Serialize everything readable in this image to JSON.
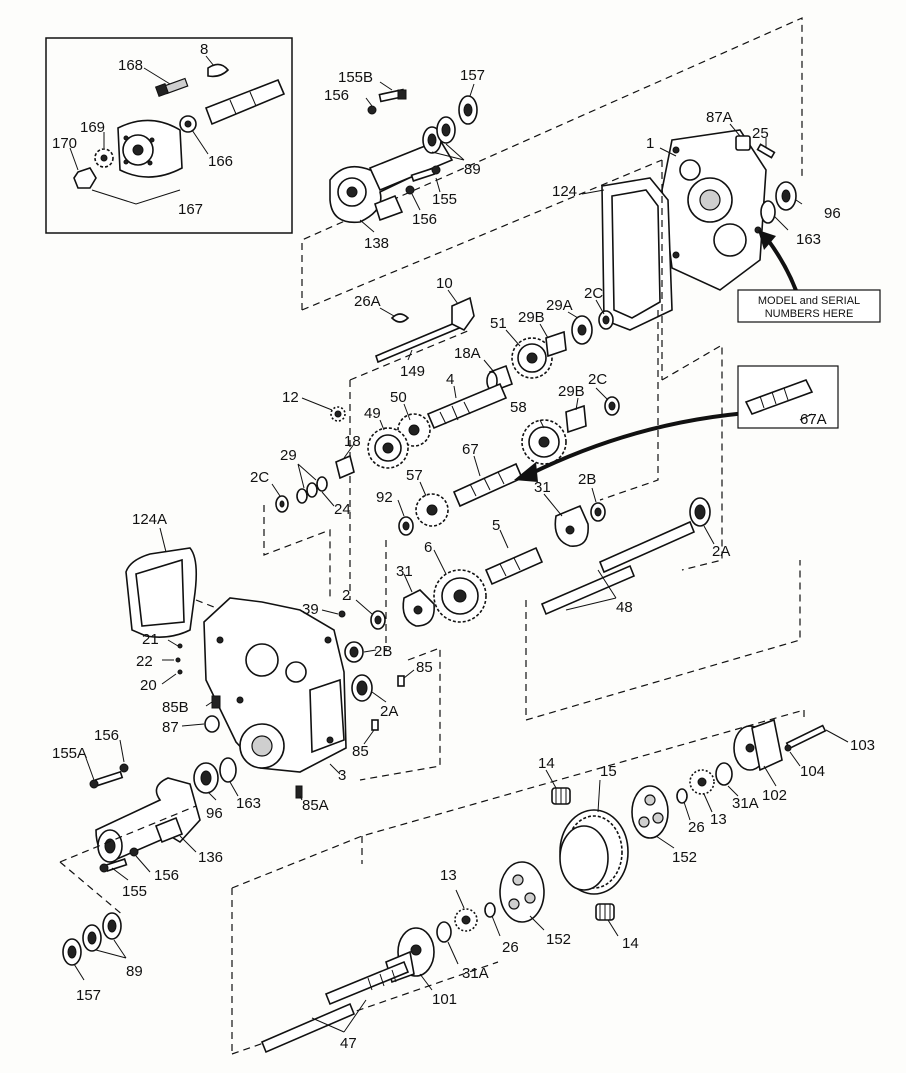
{
  "callout": {
    "line1": "MODEL and SERIAL",
    "line2": "NUMBERS HERE"
  },
  "labels": {
    "p168": "168",
    "p8": "8",
    "p169": "169",
    "p170": "170",
    "p166": "166",
    "p167": "167",
    "p155B": "155B",
    "p156a": "156",
    "p157a": "157",
    "p89a": "89",
    "p155a": "155",
    "p156b": "156",
    "p138": "138",
    "p87A": "87A",
    "p25": "25",
    "p1": "1",
    "p124": "124",
    "p96a": "96",
    "p163a": "163",
    "p26A": "26A",
    "p10": "10",
    "p149": "149",
    "p51": "51",
    "p29Ba": "29B",
    "p29Aa": "29A",
    "p2Ca": "2C",
    "p18A": "18A",
    "p4": "4",
    "p2Cb": "2C",
    "p29Bb": "29B",
    "p50": "50",
    "p49": "49",
    "p12": "12",
    "p58": "58",
    "p67A": "67A",
    "p18": "18",
    "p29": "29",
    "p2Cc": "2C",
    "p24": "24",
    "p67": "67",
    "p57": "57",
    "p92": "92",
    "p31a": "31",
    "p2Ba": "2B",
    "p124A": "124A",
    "p5": "5",
    "p2Aa": "2A",
    "p6": "6",
    "p31b": "31",
    "p48": "48",
    "p2": "2",
    "p39": "39",
    "p21": "21",
    "p22": "22",
    "p2Bb": "2B",
    "p20": "20",
    "p85a": "85",
    "p85B": "85B",
    "p2Ab": "2A",
    "p87": "87",
    "p85b": "85",
    "p3": "3",
    "p85A": "85A",
    "p156c": "156",
    "p155A": "155A",
    "p96b": "96",
    "p163b": "163",
    "p136": "136",
    "p155b": "155",
    "p156d": "156",
    "p89b": "89",
    "p157b": "157",
    "p103": "103",
    "p104": "104",
    "p102": "102",
    "p31Aa": "31A",
    "p14a": "14",
    "p15": "15",
    "p13a": "13",
    "p26a": "26",
    "p152a": "152",
    "p13b": "13",
    "p26b": "26",
    "p152b": "152",
    "p14b": "14",
    "p31Ab": "31A",
    "p101": "101",
    "p47": "47"
  }
}
